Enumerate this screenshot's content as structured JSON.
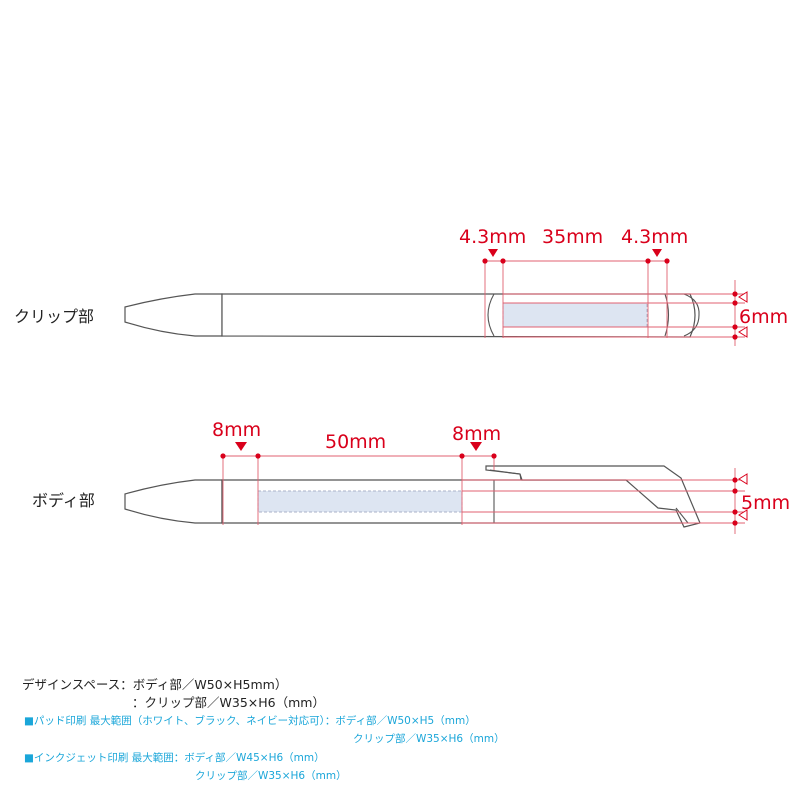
{
  "colors": {
    "dimension": "#d9001b",
    "outline": "#555555",
    "print_area": "#dde5f2",
    "note_blue": "#1aa6d9"
  },
  "clip_view": {
    "label": "クリップ部",
    "dims": {
      "left_margin": "4.3mm",
      "width": "35mm",
      "right_margin": "4.3mm",
      "height": "6mm"
    }
  },
  "body_view": {
    "label": "ボディ部",
    "dims": {
      "left_margin": "8mm",
      "width": "50mm",
      "right_margin": "8mm",
      "height": "5mm"
    }
  },
  "notes": {
    "design_space_1": "デザインスペース：ボディ部／W50×H5mm）",
    "design_space_2": "：クリップ部／W35×H6（mm）",
    "pad_1": "■パッド印刷 最大範囲（ホワイト、ブラック、ネイビー対応可）：ボディ部／W50×H5（mm）",
    "pad_2": "クリップ部／W35×H6（mm）",
    "inkjet_1": "■インクジェット印刷 最大範囲：ボディ部／W45×H6（mm）",
    "inkjet_2": "クリップ部／W35×H6（mm）"
  }
}
